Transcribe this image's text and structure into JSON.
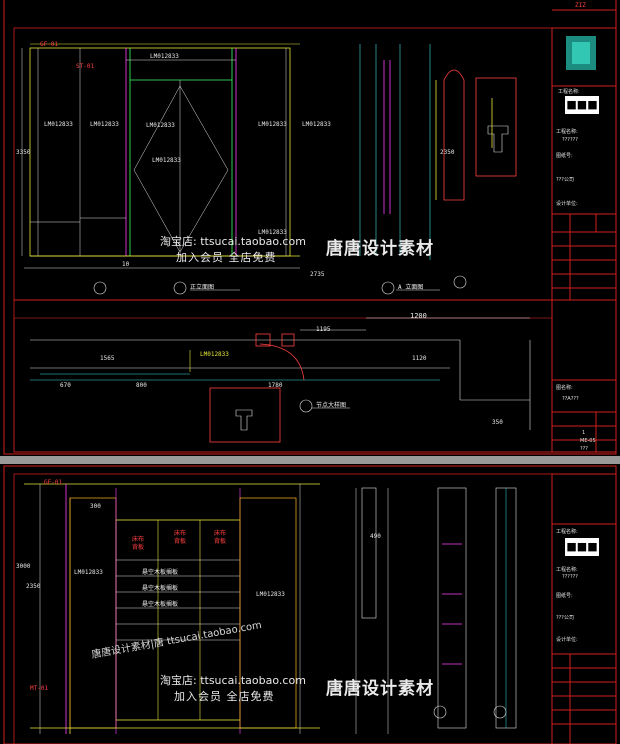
{
  "top_sheet": {
    "title_block": {
      "top_code": "ZIZ",
      "project_label": "工程名称:",
      "project_value": "??????",
      "drawing_no_label": "图纸号:",
      "company_label": "???公司",
      "design_label": "设计单位:",
      "sheet_name_label": "图名称:",
      "sheet_name_value": "??A???",
      "scale_value": "1",
      "sheet_code": "ME-05",
      "bottom_code": "???"
    },
    "labels": {
      "lm_top": "LM012833",
      "lm1": "LM012833",
      "lm2": "LM012833",
      "lm3": "LM012833",
      "lm4": "LM012833",
      "lm5": "LM012833",
      "lm6": "LM012833",
      "lm7": "LM012833",
      "door_note": "ST-01",
      "gf": "GF-01",
      "elev_a": "正立面图",
      "elev_b": "A 立面图",
      "plan_label": "LM012833",
      "detail": "节点大样图",
      "dim_1200": "1200",
      "dim_1195": "1195",
      "dim_1565": "1565",
      "dim_670": "670",
      "dim_800": "800",
      "dim_1780": "1780",
      "dim_1120": "1120",
      "dim_350": "350",
      "dim_3350": "3350",
      "dim_2350": "2350",
      "dim_10": "10",
      "dim_2735": "2735"
    }
  },
  "bottom_sheet": {
    "title_block": {
      "project_label": "工程名称:",
      "project_value": "??????",
      "drawing_no_label": "图纸号:",
      "company_label": "???公司",
      "design_label": "设计单位:"
    },
    "labels": {
      "panel1": "床布\n背板",
      "panel2": "床布\n背板",
      "panel3": "床布\n背板",
      "shelf1": "悬空木板搁板",
      "shelf2": "悬空木板搁板",
      "shelf3": "悬空木板搁板",
      "lm_a": "LM012833",
      "lm_b": "LM012833",
      "mt": "MT-01",
      "gf": "GF-01",
      "dim_3000": "3000",
      "dim_2350": "2350",
      "dim_300": "300",
      "dim_490": "490"
    }
  },
  "watermark": {
    "shop_url": "淘宝店: ttsucai.taobao.com",
    "join": "加入会员 全店免费",
    "brand": "唐唐设计素材",
    "diag_text": "唐唐设计素材|唐 ttsucai.taobao.com"
  }
}
